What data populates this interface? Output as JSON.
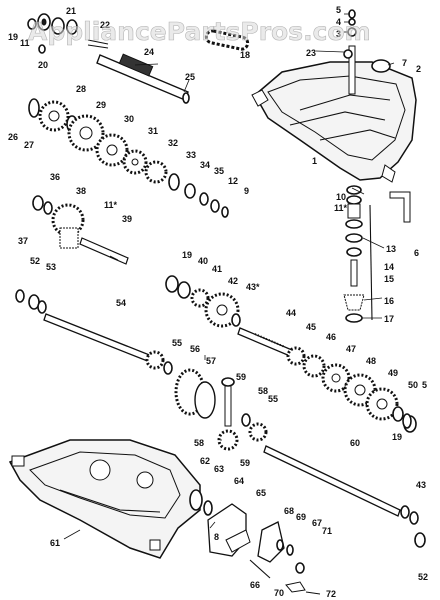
{
  "watermark": "AppliancePartsPros.com",
  "callouts": {
    "c19a": "19",
    "c11a": "11",
    "c21": "21",
    "c22": "22",
    "c20": "20",
    "c24": "24",
    "c18": "18",
    "c5a": "5",
    "c4": "4",
    "c3": "3",
    "c23": "23",
    "c7": "7",
    "c2": "2",
    "c25": "25",
    "c26": "26",
    "c27": "27",
    "c28": "28",
    "c29": "29",
    "c30": "30",
    "c31": "31",
    "c32": "32",
    "c33": "33",
    "c34": "34",
    "c35": "35",
    "c12": "12",
    "c9": "9",
    "c1": "1",
    "c10": "10",
    "c11b": "11*",
    "c36": "36",
    "c38": "38",
    "c37": "37",
    "c11c": "11*",
    "c39": "39",
    "c13": "13",
    "c6": "6",
    "c14": "14",
    "c15": "15",
    "c16": "16",
    "c17": "17",
    "c52a": "52",
    "c53a": "53",
    "c19b": "19",
    "c40": "40",
    "c41": "41",
    "c42": "42",
    "c43a": "43*",
    "c54": "54",
    "c44": "44",
    "c45": "45",
    "c46": "46",
    "c47": "47",
    "c48": "48",
    "c49": "49",
    "c50": "50",
    "c5b": "5",
    "c55a": "55",
    "c56": "56",
    "c57": "57",
    "c58": "58",
    "c59a": "59",
    "c58b": "58",
    "c55b": "55",
    "c59b": "59",
    "c19c": "19",
    "c60": "60",
    "c62": "62",
    "c63": "63",
    "c64": "64",
    "c65": "65",
    "c43b": "43",
    "c61": "61",
    "c8": "8",
    "c68": "68",
    "c69": "69",
    "c67": "67",
    "c71": "71",
    "c66": "66",
    "c70": "70",
    "c72": "72",
    "c52b": "52"
  }
}
